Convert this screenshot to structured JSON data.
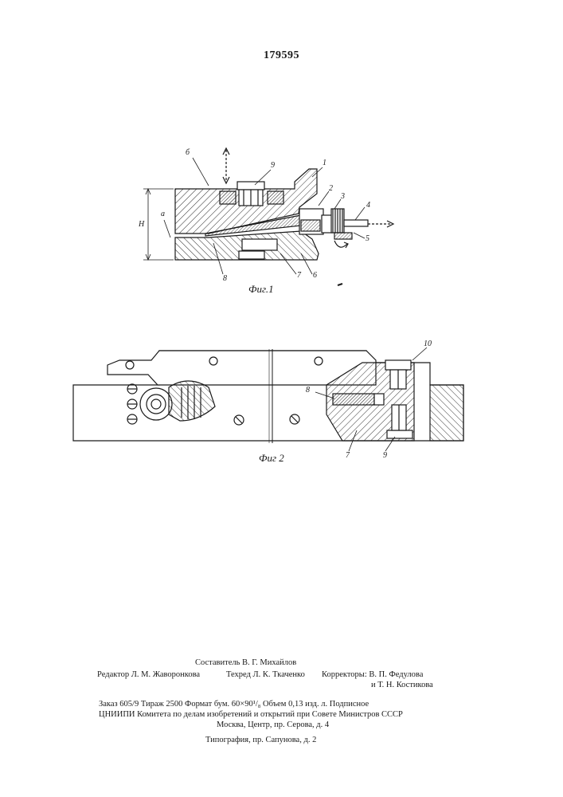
{
  "document": {
    "patent_number": "179595",
    "figures": [
      {
        "caption": "Фиг.1",
        "callouts": [
          "б",
          "9",
          "1",
          "2",
          "3",
          "4",
          "а",
          "Н",
          "5",
          "8",
          "7",
          "6"
        ]
      },
      {
        "caption": "Фиг 2",
        "callouts": [
          "10",
          "8",
          "7",
          "9"
        ]
      }
    ],
    "imprint": {
      "compiler": "Составитель В. Г. Михайлов",
      "editor": "Редактор Л. М. Жаворонкова",
      "techred": "Техред Л. К. Ткаченко",
      "correctors_1": "Корректоры: В. П. Федулова",
      "correctors_2": "и Т. Н. Костикова",
      "order_line": "Заказ 605/9   Тираж 2500   Формат бум. 60×90¹/₈   Объем 0,13 изд. л.   Подписное",
      "org_line_1": "ЦНИИПИ Комитета по делам изобретений и открытий при Совете Министров СССР",
      "org_line_2": "Москва, Центр, пр. Серова, д. 4",
      "printer": "Типография, пр. Сапунова, д. 2"
    }
  }
}
